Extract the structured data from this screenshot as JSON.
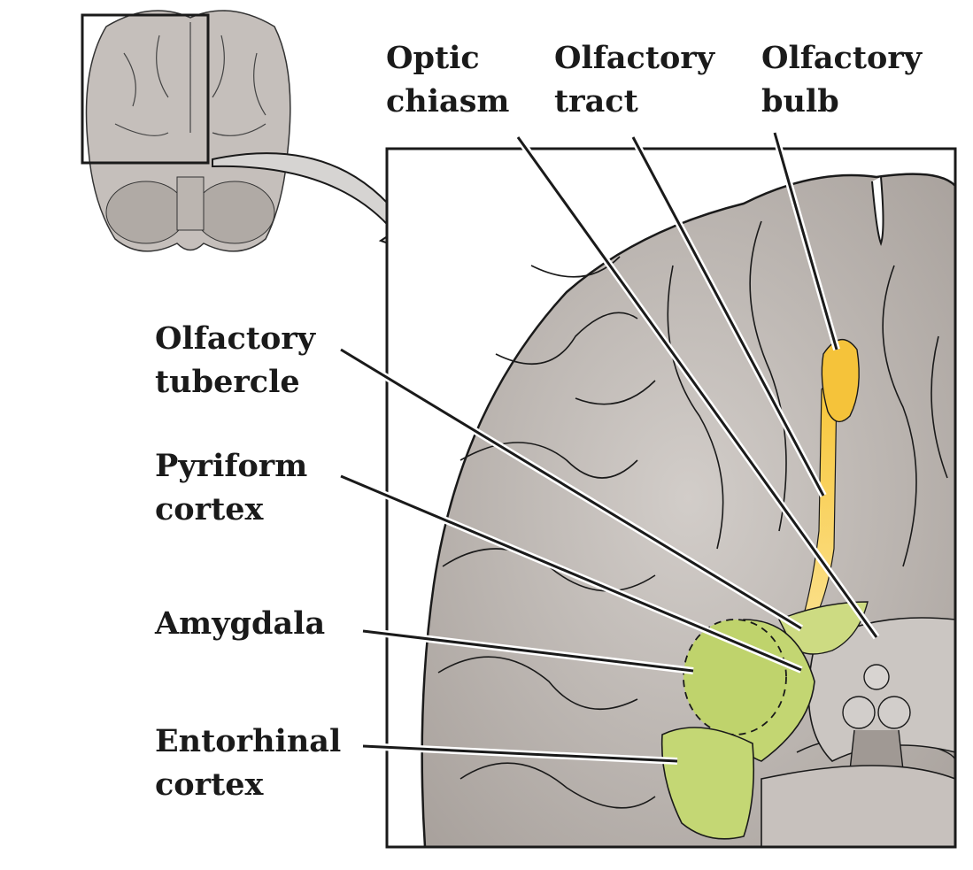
{
  "labels": {
    "optic_chiasm": [
      "Optic",
      "chiasm"
    ],
    "olfactory_tract": [
      "Olfactory",
      "tract"
    ],
    "olfactory_bulb": [
      "Olfactory",
      "bulb"
    ],
    "olfactory_tubercle": [
      "Olfactory",
      "tubercle"
    ],
    "pyriform_cortex": [
      "Pyriform",
      "cortex"
    ],
    "amygdala": [
      "Amygdala"
    ],
    "entorhinal_cortex": [
      "Entorhinal",
      "cortex"
    ]
  },
  "colors": {
    "brain": "#bcb6b1",
    "brain_dark": "#8f8883",
    "olfactory_yellow": "#f5c842",
    "limbic_green": "#c9d97a",
    "outline": "#1a1a1a"
  }
}
